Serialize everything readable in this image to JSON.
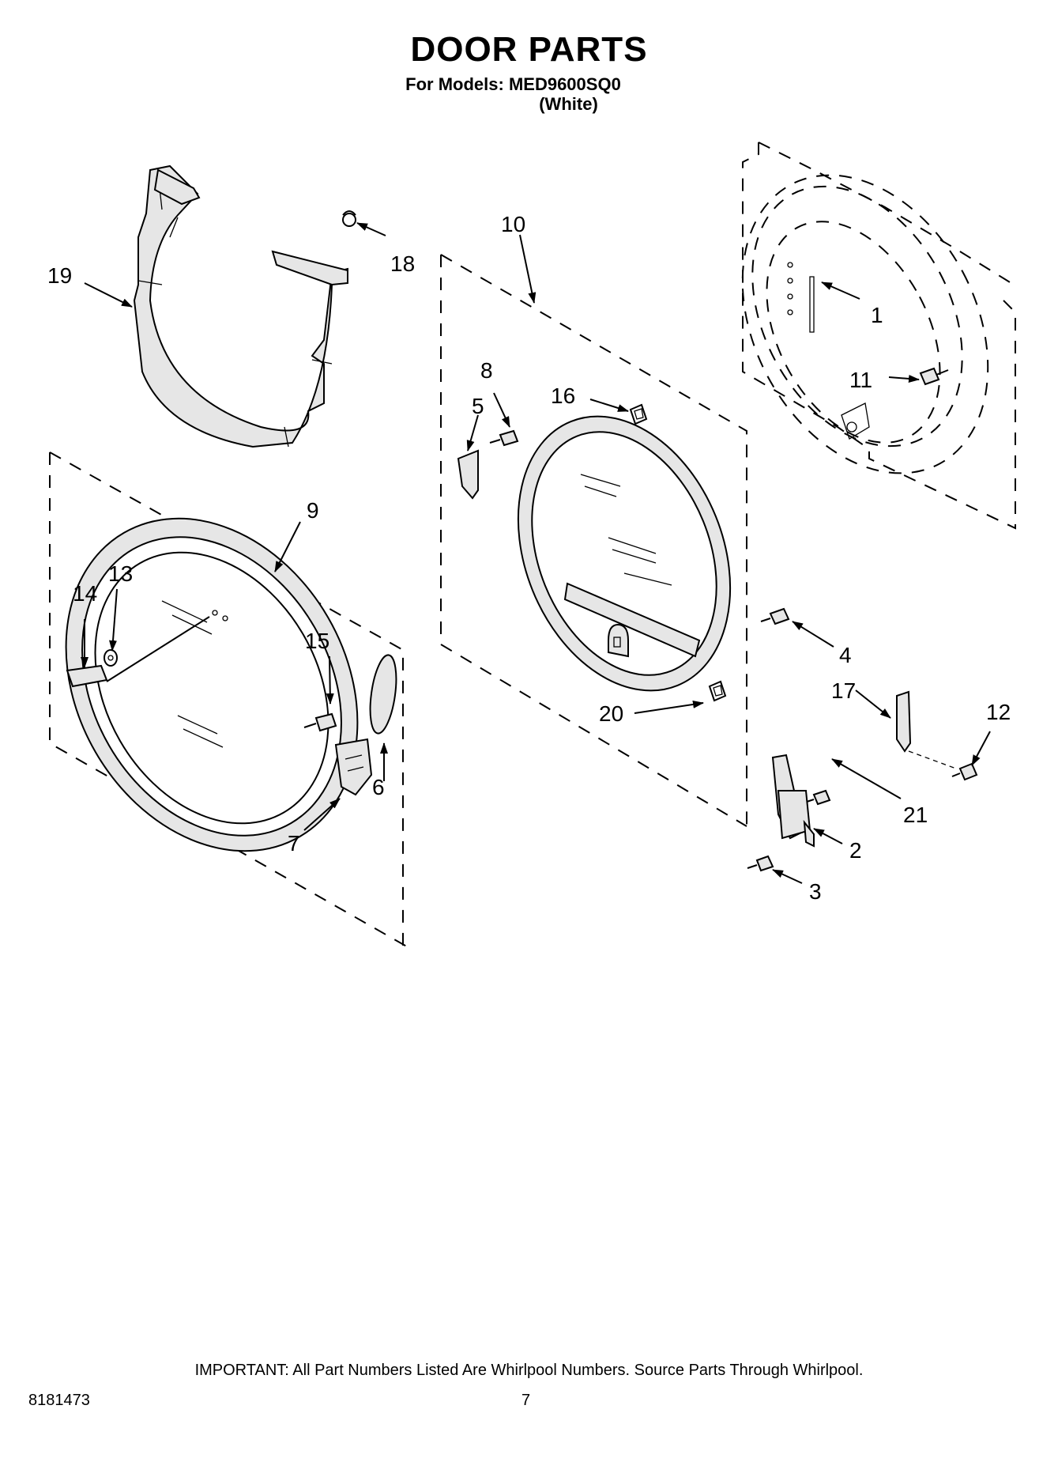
{
  "header": {
    "title": "DOOR PARTS",
    "models": "For Models: MED9600SQ0",
    "variant": "(White)"
  },
  "callouts": [
    "1",
    "2",
    "3",
    "4",
    "5",
    "6",
    "7",
    "8",
    "9",
    "10",
    "11",
    "12",
    "13",
    "14",
    "15",
    "16",
    "17",
    "18",
    "19",
    "20",
    "21"
  ],
  "footer": {
    "notice": "IMPORTANT: All Part Numbers Listed Are Whirlpool Numbers. Source Parts Through Whirlpool.",
    "document_number": "8181473",
    "page_number": "7"
  }
}
